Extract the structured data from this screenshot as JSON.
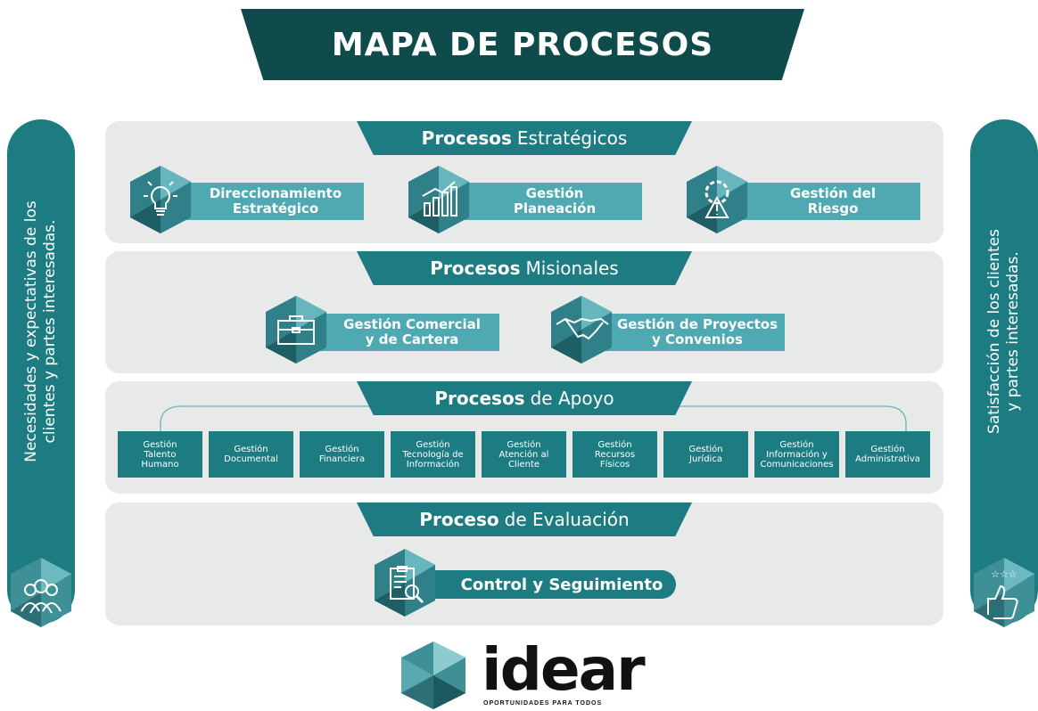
{
  "title": "MAPA DE PROCESOS",
  "left_bar": {
    "line1": "Necesidades y expectativas de los",
    "line2": "clientes y partes interesadas.",
    "icon": "people-icon"
  },
  "right_bar": {
    "line1": "Satisfacción de los clientes",
    "line2": "y partes interesadas.",
    "icon": "thumbs-up-stars-icon"
  },
  "estrategicos": {
    "tab_bold": "Procesos",
    "tab_rest": "Estratégicos",
    "items": [
      {
        "line1": "Direccionamiento",
        "line2": "Estratégico",
        "icon": "lightbulb-icon"
      },
      {
        "line1": "Gestión",
        "line2": "Planeación",
        "icon": "bar-chart-icon"
      },
      {
        "line1": "Gestión del",
        "line2": "Riesgo",
        "icon": "gear-warning-icon"
      }
    ]
  },
  "misionales": {
    "tab_bold": "Procesos",
    "tab_rest": "Misionales",
    "items": [
      {
        "line1": "Gestión Comercial",
        "line2": "y de Cartera",
        "icon": "briefcase-icon"
      },
      {
        "line1": "Gestión de Proyectos",
        "line2": "y Convenios",
        "icon": "handshake-icon"
      }
    ]
  },
  "apoyo": {
    "tab_bold": "Procesos",
    "tab_rest": "de Apoyo",
    "items": [
      {
        "lines": [
          "Gestión",
          "Talento",
          "Humano"
        ]
      },
      {
        "lines": [
          "Gestión",
          "Documental"
        ]
      },
      {
        "lines": [
          "Gestión",
          "Financiera"
        ]
      },
      {
        "lines": [
          "Gestión",
          "Tecnología de",
          "Información"
        ]
      },
      {
        "lines": [
          "Gestión",
          "Atención al",
          "Cliente"
        ]
      },
      {
        "lines": [
          "Gestión",
          "Recursos",
          "Físicos"
        ]
      },
      {
        "lines": [
          "Gestión",
          "Jurídica"
        ]
      },
      {
        "lines": [
          "Gestión",
          "Información y",
          "Comunicaciones"
        ]
      },
      {
        "lines": [
          "Gestión",
          "Administrativa"
        ]
      }
    ]
  },
  "evaluacion": {
    "tab_bold": "Proceso",
    "tab_rest": "de Evaluación",
    "item": {
      "label": "Control y Seguimiento",
      "icon": "clipboard-search-icon"
    }
  },
  "logo": {
    "name": "idear",
    "tagline": "OPORTUNIDADES PARA TODOS"
  },
  "colors": {
    "dark": "#0f4b4b",
    "teal": "#1d7c82",
    "light_teal": "#4fa9b2",
    "panel": "#e8eaea"
  }
}
